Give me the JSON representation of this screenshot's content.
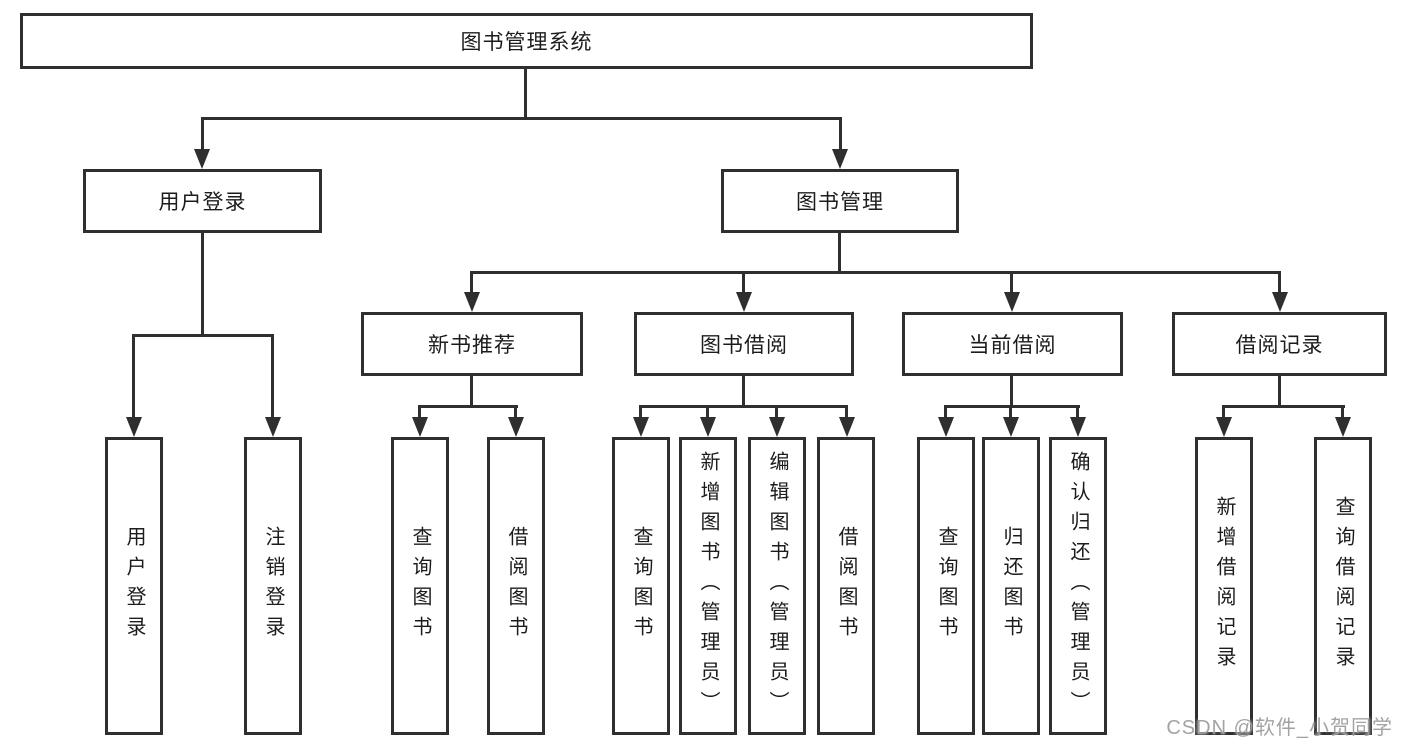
{
  "tree": {
    "root": {
      "label": "图书管理系统"
    },
    "branches": [
      {
        "label": "用户登录",
        "children": [
          {
            "label": "用户登录"
          },
          {
            "label": "注销登录"
          }
        ]
      },
      {
        "label": "图书管理",
        "children": [
          {
            "label": "新书推荐",
            "children": [
              {
                "label": "查询图书"
              },
              {
                "label": "借阅图书"
              }
            ]
          },
          {
            "label": "图书借阅",
            "children": [
              {
                "label": "查询图书"
              },
              {
                "label": "新增图书（管理员）"
              },
              {
                "label": "编辑图书（管理员）"
              },
              {
                "label": "借阅图书"
              }
            ]
          },
          {
            "label": "当前借阅",
            "children": [
              {
                "label": "查询图书"
              },
              {
                "label": "归还图书"
              },
              {
                "label": "确认归还（管理员）"
              }
            ]
          },
          {
            "label": "借阅记录",
            "children": [
              {
                "label": "新增借阅记录"
              },
              {
                "label": "查询借阅记录"
              }
            ]
          }
        ]
      }
    ]
  },
  "watermark": {
    "text": "CSDN @软件_小贺同学"
  },
  "colors": {
    "line": "#2f2f2f",
    "text": "#1c1c1c",
    "background": "#ffffff",
    "watermark": "#9b9b9b"
  }
}
